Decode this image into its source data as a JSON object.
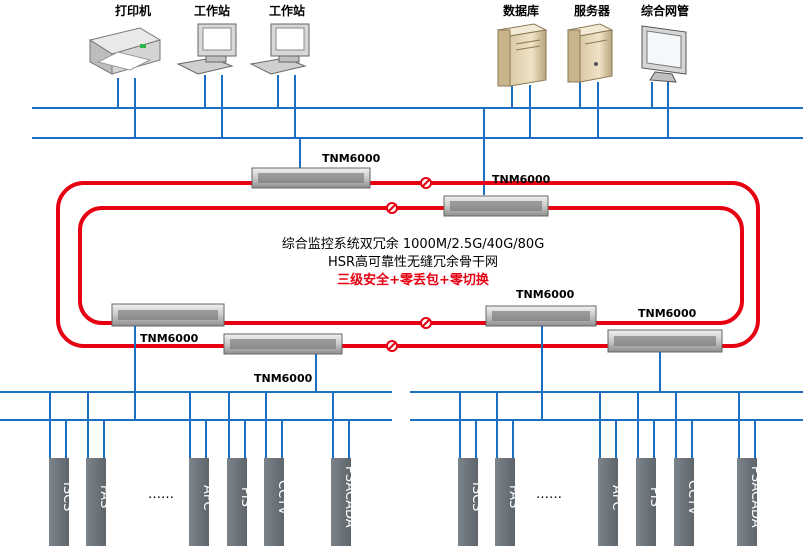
{
  "top_devices": [
    {
      "label": "打印机",
      "icon": "printer-icon"
    },
    {
      "label": "工作站",
      "icon": "workstation-icon"
    },
    {
      "label": "工作站",
      "icon": "workstation-icon"
    },
    {
      "label": "数据库",
      "icon": "server-tower-icon"
    },
    {
      "label": "服务器",
      "icon": "server-tower-icon"
    },
    {
      "label": "综合网管",
      "icon": "monitor-icon"
    }
  ],
  "switch_label": "TNM6000",
  "center_text": {
    "line1": "综合监控系统双冗余  1000M/2.5G/40G/80G",
    "line2": "HSR高可靠性无缝冗余骨干网",
    "line3": "三级安全+零丢包+零切换"
  },
  "left_systems": [
    "ISCS",
    "FAS",
    "AFC",
    "PIS",
    "CCTV",
    "PSACADA"
  ],
  "right_systems": [
    "ISCS",
    "FAS",
    "AFC",
    "PIS",
    "CCTV",
    "PSACADA"
  ],
  "ellipsis": "……",
  "colors": {
    "bus": "#1a6fc4",
    "ring": "#e60012",
    "system_box": "#6b7278"
  }
}
